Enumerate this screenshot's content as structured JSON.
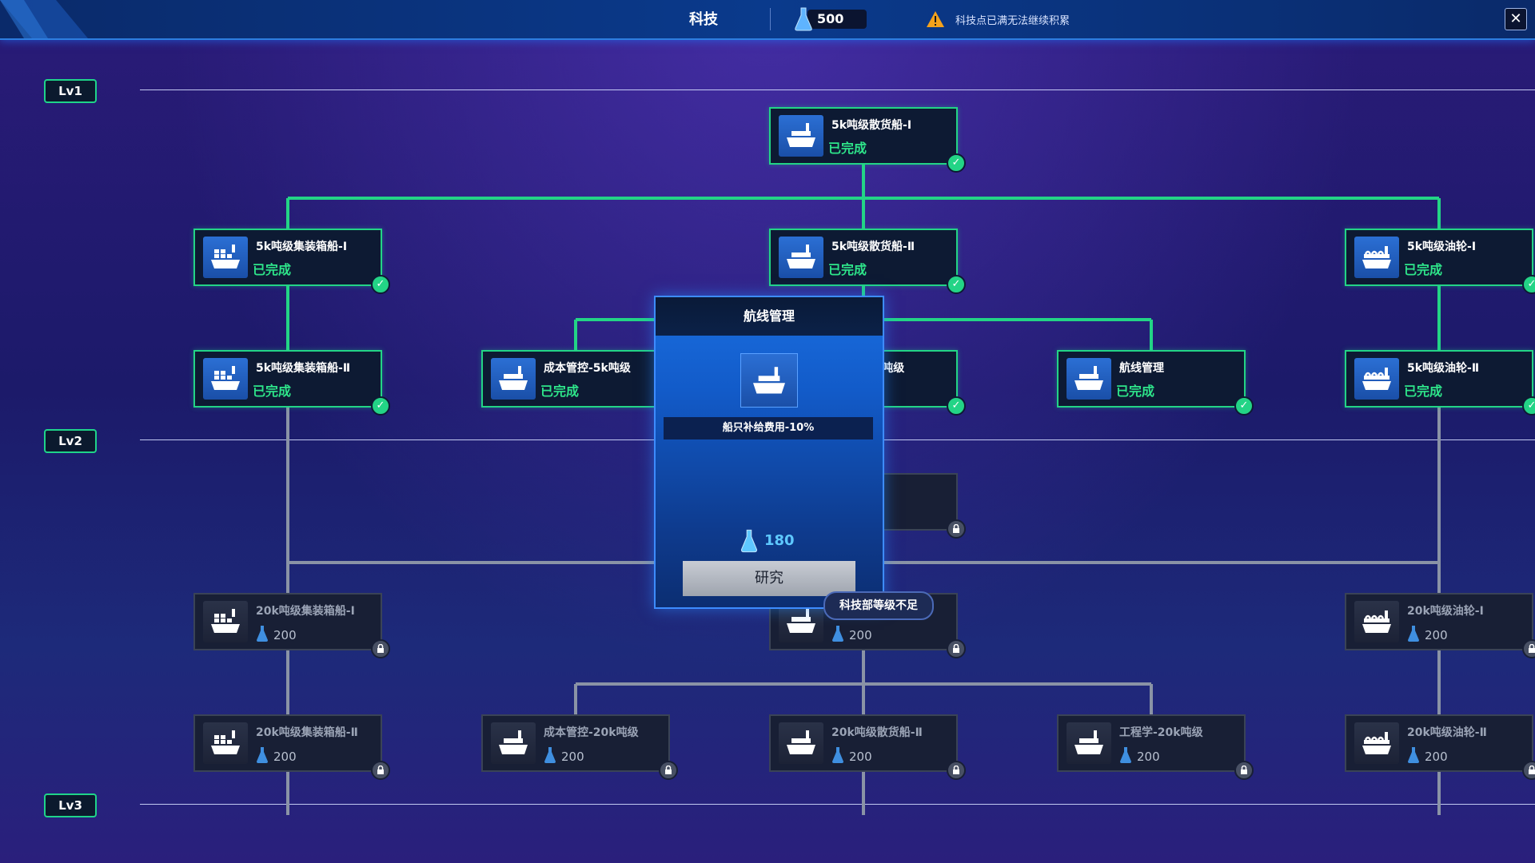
{
  "header": {
    "title": "科技",
    "points": "500",
    "warning": "科技点已满无法继续积累",
    "close": "✕"
  },
  "levels": [
    "Lv1",
    "Lv2",
    "Lv3"
  ],
  "colors": {
    "done": "#23d486",
    "locked": "#3a4356",
    "accent": "#3d8cff"
  },
  "nodes": [
    {
      "name": "5k吨级散货船-Ⅰ",
      "status": "已完成",
      "icon": "bulk-ship-icon"
    },
    {
      "name": "5k吨级集装箱船-Ⅰ",
      "status": "已完成",
      "icon": "container-ship-icon"
    },
    {
      "name": "5k吨级散货船-Ⅱ",
      "status": "已完成",
      "icon": "bulk-ship-icon"
    },
    {
      "name": "5k吨级油轮-Ⅰ",
      "status": "已完成",
      "icon": "tanker-icon"
    },
    {
      "name": "5k吨级集装箱船-Ⅱ",
      "status": "已完成",
      "icon": "container-ship-icon"
    },
    {
      "name": "成本管控-5k吨级",
      "status": "已完成",
      "icon": "bulk-ship-icon"
    },
    {
      "name": "k吨级",
      "status": "",
      "icon": "bulk-ship-icon"
    },
    {
      "name": "航线管理",
      "status": "已完成",
      "icon": "bulk-ship-icon"
    },
    {
      "name": "5k吨级油轮-Ⅱ",
      "status": "已完成",
      "icon": "tanker-icon"
    },
    {
      "name": "20k吨级集装箱船-Ⅰ",
      "cost": "200",
      "icon": "container-ship-icon"
    },
    {
      "name": "",
      "cost": "200",
      "icon": "bulk-ship-icon"
    },
    {
      "name": "20k吨级油轮-Ⅰ",
      "cost": "200",
      "icon": "tanker-icon"
    },
    {
      "name": "20k吨级集装箱船-Ⅱ",
      "cost": "200",
      "icon": "container-ship-icon"
    },
    {
      "name": "成本管控-20k吨级",
      "cost": "200",
      "icon": "bulk-ship-icon"
    },
    {
      "name": "20k吨级散货船-Ⅱ",
      "cost": "200",
      "icon": "bulk-ship-icon"
    },
    {
      "name": "工程学-20k吨级",
      "cost": "200",
      "icon": "bulk-ship-icon"
    },
    {
      "name": "20k吨级油轮-Ⅱ",
      "cost": "200",
      "icon": "tanker-icon"
    }
  ],
  "popup": {
    "title": "航线管理",
    "effect": "船只补给费用-10%",
    "cost": "180",
    "button": "研究",
    "tooltip": "科技部等级不足"
  }
}
